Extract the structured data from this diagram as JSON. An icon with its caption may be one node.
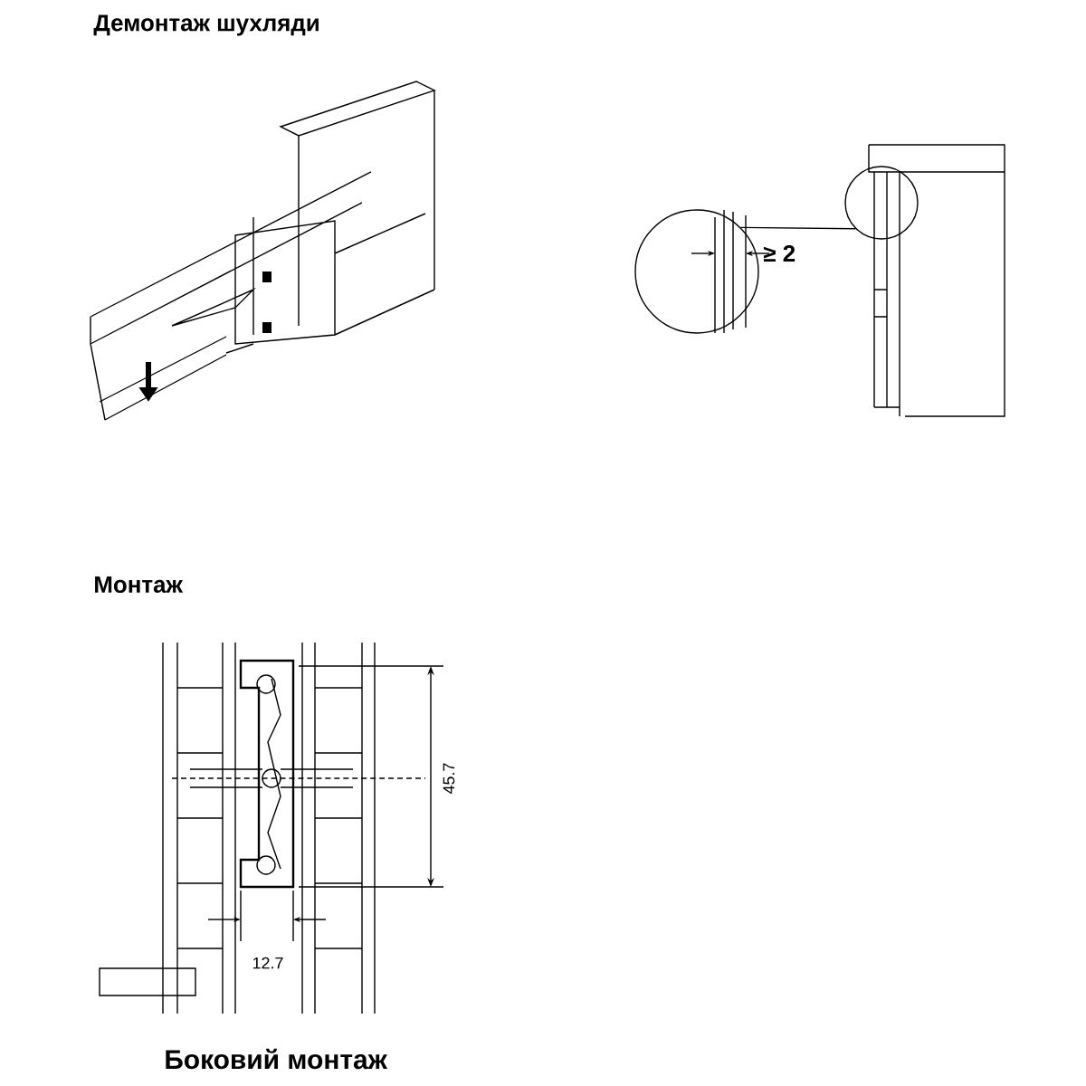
{
  "diagram": {
    "nodes": [
      {
        "text": [],
        "shape": "circle"
      },
      {
        "text": [],
        "shape": "circle"
      }
    ],
    "edges": [
      {
        "from": 0,
        "to": 1,
        "arrow": "none"
      }
    ],
    "labels": [
      "Демонтаж шухляди",
      "≥ 2",
      "Монтаж",
      "45.7",
      "12.7",
      "Боковий монтаж"
    ]
  }
}
